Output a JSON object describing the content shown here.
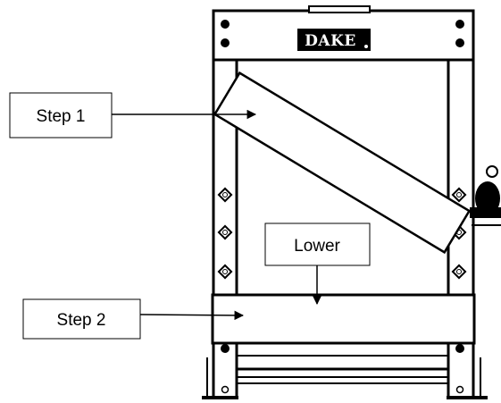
{
  "diagram": {
    "logo": "DAKE",
    "labels": {
      "step1": "Step 1",
      "step2": "Step 2",
      "lower": "Lower"
    }
  },
  "colors": {
    "line": "#000000",
    "background": "#ffffff"
  },
  "icons": {
    "bolt": "bolt-icon",
    "hole": "hole-icon",
    "arrow": "arrow-icon"
  }
}
